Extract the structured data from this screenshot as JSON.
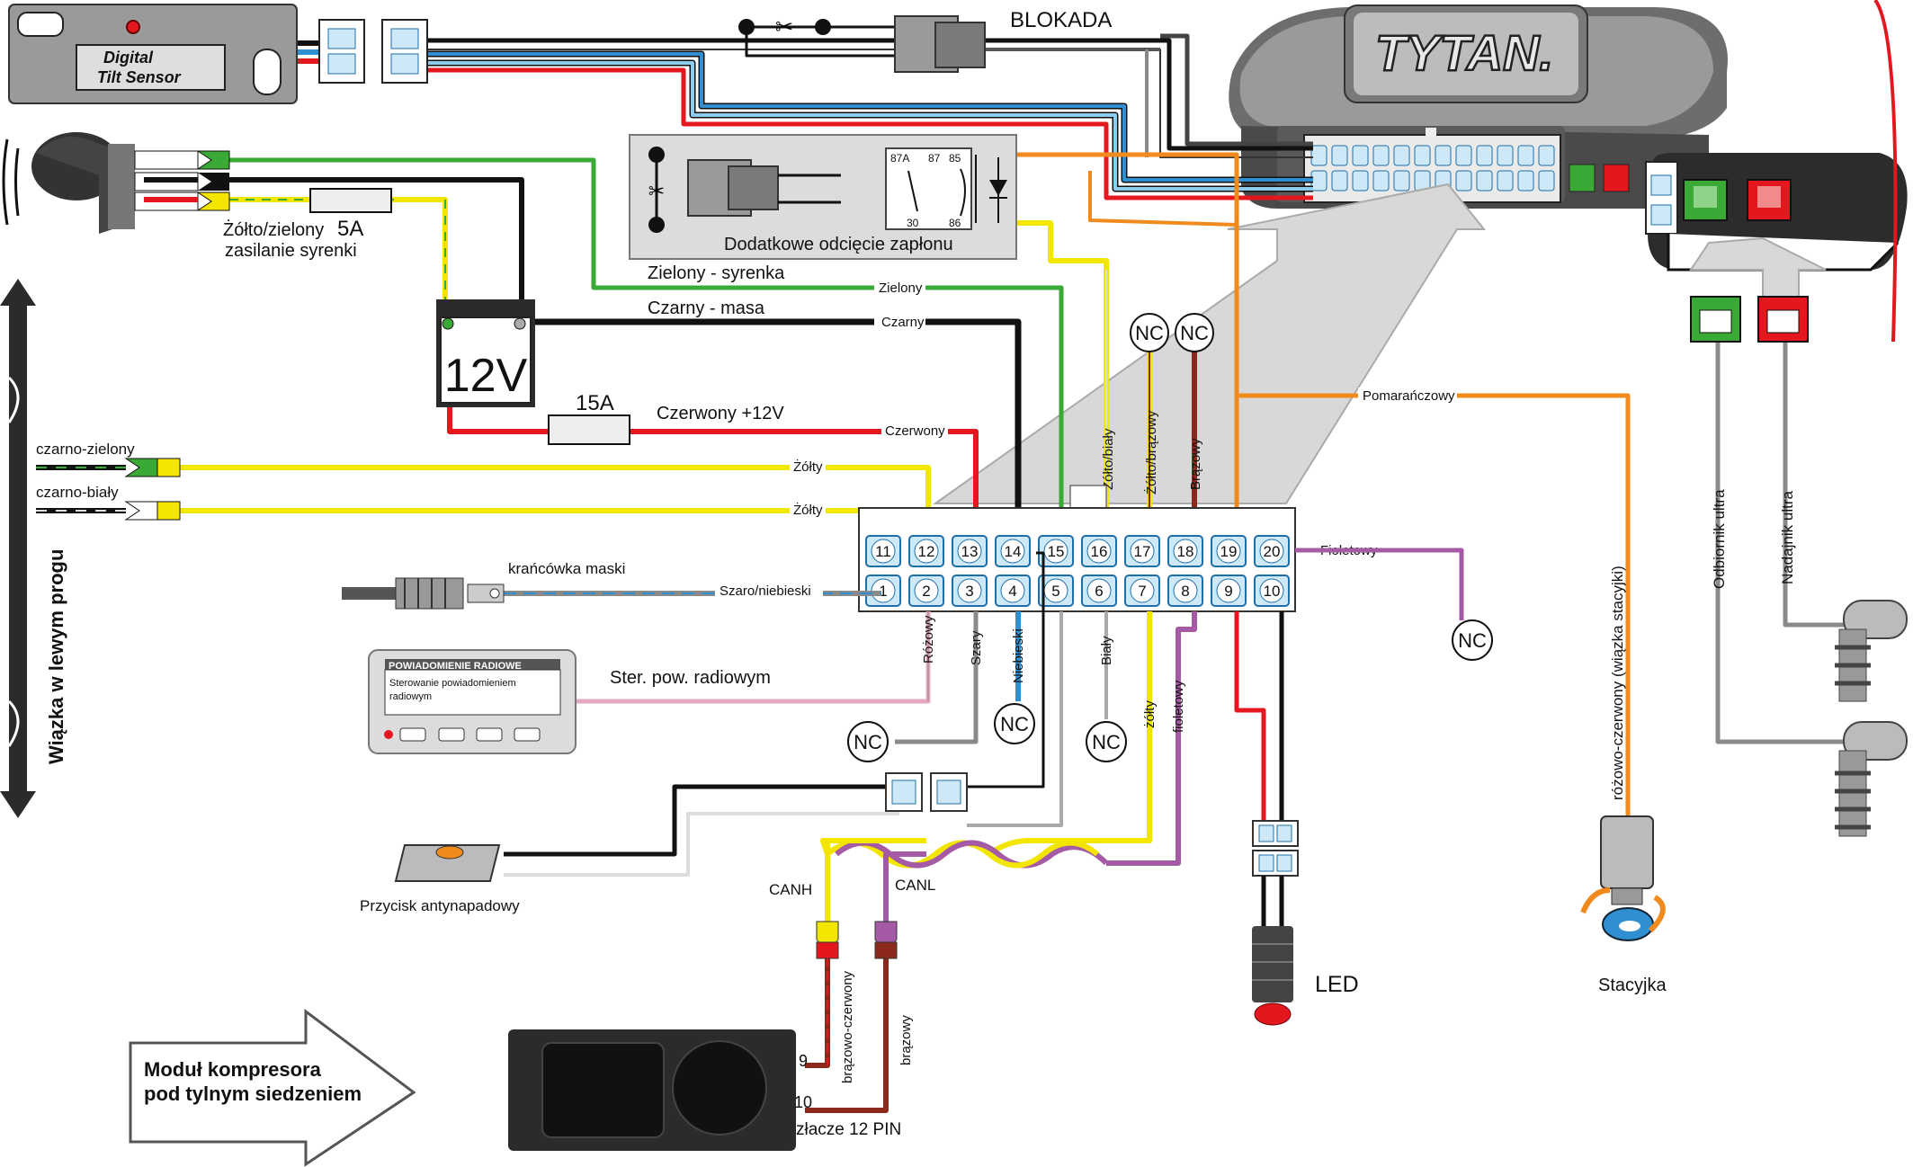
{
  "sensor": {
    "line1": "Digital",
    "line2": "Tilt Sensor"
  },
  "brand": "TYTAN.",
  "blokada": "BLOKADA",
  "relay": {
    "caption": "Dodatkowe odcięcie zapłonu",
    "pins": [
      "87A",
      "87",
      "85",
      "30",
      "86"
    ]
  },
  "siren": {
    "fuse_label": "Żółto/zielony",
    "fuse_value": "5A",
    "fuse_caption": "zasilanie syrenki"
  },
  "battery": {
    "label": "12V"
  },
  "fuse_main": "15A",
  "wire_titles": {
    "green": "Zielony - syrenka",
    "black": "Czarny - masa",
    "red": "Czerwony +12V"
  },
  "wire_tags": {
    "zielony": "Zielony",
    "czarny": "Czarny",
    "czerwony": "Czerwony",
    "zolty1": "Żółty",
    "zolty2": "Żółty",
    "szaroniebieski": "Szaro/niebieski",
    "pomaranczowy": "Pomarańczowy",
    "fioletowy": "Fioletowy",
    "zoltobialy": "Żółto/biały",
    "zoltobrazowy": "Żółto/brązowy",
    "brazowy": "Brązowy",
    "rozowy": "Różowy",
    "szary": "Szary",
    "niebieski": "Niebieski",
    "bialy": "Biały",
    "zolty_low": "żółty",
    "fioletowy_low": "fioletowy"
  },
  "harness": {
    "side_label": "Wiązka w lewym progu",
    "wire1": "czarno-zielony",
    "wire2": "czarno-biały"
  },
  "connector": {
    "top_pins": [
      "11",
      "12",
      "13",
      "14",
      "15",
      "16",
      "17",
      "18",
      "19",
      "20"
    ],
    "bottom_pins": [
      "1",
      "2",
      "3",
      "4",
      "5",
      "6",
      "7",
      "8",
      "9",
      "10"
    ]
  },
  "nc": "NC",
  "hood_switch": "krańcówka maski",
  "radio": {
    "title": "POWIADOMIENIE RADIOWE",
    "screen_line1": "Sterowanie powiadomieniem",
    "screen_line2": "radiowym",
    "wire": "Ster. pow. radiowym"
  },
  "button": "Przycisk antynapadowy",
  "can": {
    "h": "CANH",
    "l": "CANL"
  },
  "compressor": {
    "arrow_line1": "Moduł kompresora",
    "arrow_line2": "pod tylnym siedzeniem",
    "pin9": "9",
    "pin10": "10",
    "connector": "złacze 12 PIN",
    "wire_br_red": "brązowo-czerwony",
    "wire_br": "brązowy"
  },
  "led": "LED",
  "ignition": {
    "label": "Stacyjka",
    "wire": "różowo-czerwony (wiązka stacyjki)"
  },
  "ultra": {
    "receiver": "Odbiornik ultra",
    "transmitter": "Nadajnik ultra"
  },
  "colors": {
    "green": "#3aa935",
    "black": "#111111",
    "red": "#e3181f",
    "yellow": "#f2e500",
    "blue": "#2f8fd0",
    "lightblue": "#8ecbed",
    "orange": "#f08a1d",
    "purple": "#a55aa5",
    "brown": "#8b2a1c",
    "pink": "#e6a7c0",
    "gray": "#8a8a8a",
    "panel": "#dcdcdc"
  }
}
